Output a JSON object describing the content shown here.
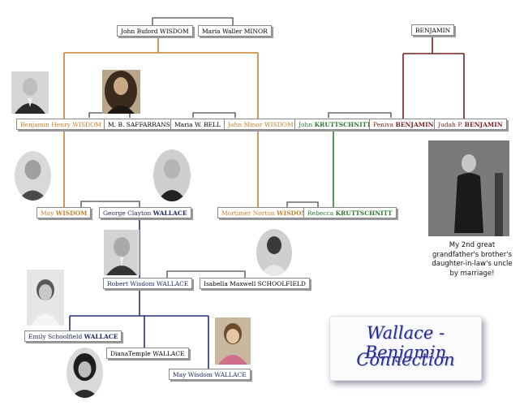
{
  "people": {
    "john_buford": {
      "given": "John Buford",
      "surname": "WISDOM"
    },
    "maria_minor": {
      "given": "Maria Waller",
      "surname": "MINOR"
    },
    "benjamin_parent": {
      "given": "",
      "surname": "BENJAMIN"
    },
    "benjamin_henry": {
      "given": "Benjamin Henry",
      "surname": "WISDOM"
    },
    "saffarrans": {
      "given": "M. B.",
      "surname": "SAFFARRANS"
    },
    "maria_bell": {
      "given": "Maria W.",
      "surname": "BELL"
    },
    "john_minor": {
      "given": "John Minor",
      "surname": "WISDOM"
    },
    "john_kruttschnitt": {
      "given": "John",
      "surname": "KRUTTSCHNITT"
    },
    "peniva": {
      "given": "Peniva",
      "surname": "BENJAMIN"
    },
    "judah": {
      "given": "Judah P.",
      "surname": "BENJAMIN"
    },
    "may_wisdom": {
      "given": "May",
      "surname": "WISDOM"
    },
    "george_wallace": {
      "given": "George Clayton",
      "surname": "WALLACE"
    },
    "mortimer": {
      "given": "Mortimer Norton",
      "surname": "WISDOM"
    },
    "rebecca": {
      "given": "Rebecca",
      "surname": "KRUTTSCHNITT"
    },
    "robert_wallace": {
      "given": "Robert Wisdom",
      "surname": "WALLACE"
    },
    "isabella": {
      "given": "Isabella Maxwell",
      "surname": "SCHOOLFIELD"
    },
    "emily": {
      "given": "Emily Schoolfield",
      "surname": "WALLACE"
    },
    "diana": {
      "given": "DianaTemple",
      "surname": "WALLACE"
    },
    "may_wisdom_wallace": {
      "given": "May Wisdom",
      "surname": "WALLACE"
    }
  },
  "note": "My 2nd great grandfather's brother's daughter-in-law's uncle by marriage!",
  "title": {
    "line1": "Wallace - Benjamin",
    "line2": "Connection"
  },
  "colors": {
    "wisdom": "#c8802c",
    "kruttschnitt": "#2f7a2f",
    "benjamin": "#7a1f1f",
    "wallace": "#27307f",
    "neutral": "#6a6a6a"
  }
}
